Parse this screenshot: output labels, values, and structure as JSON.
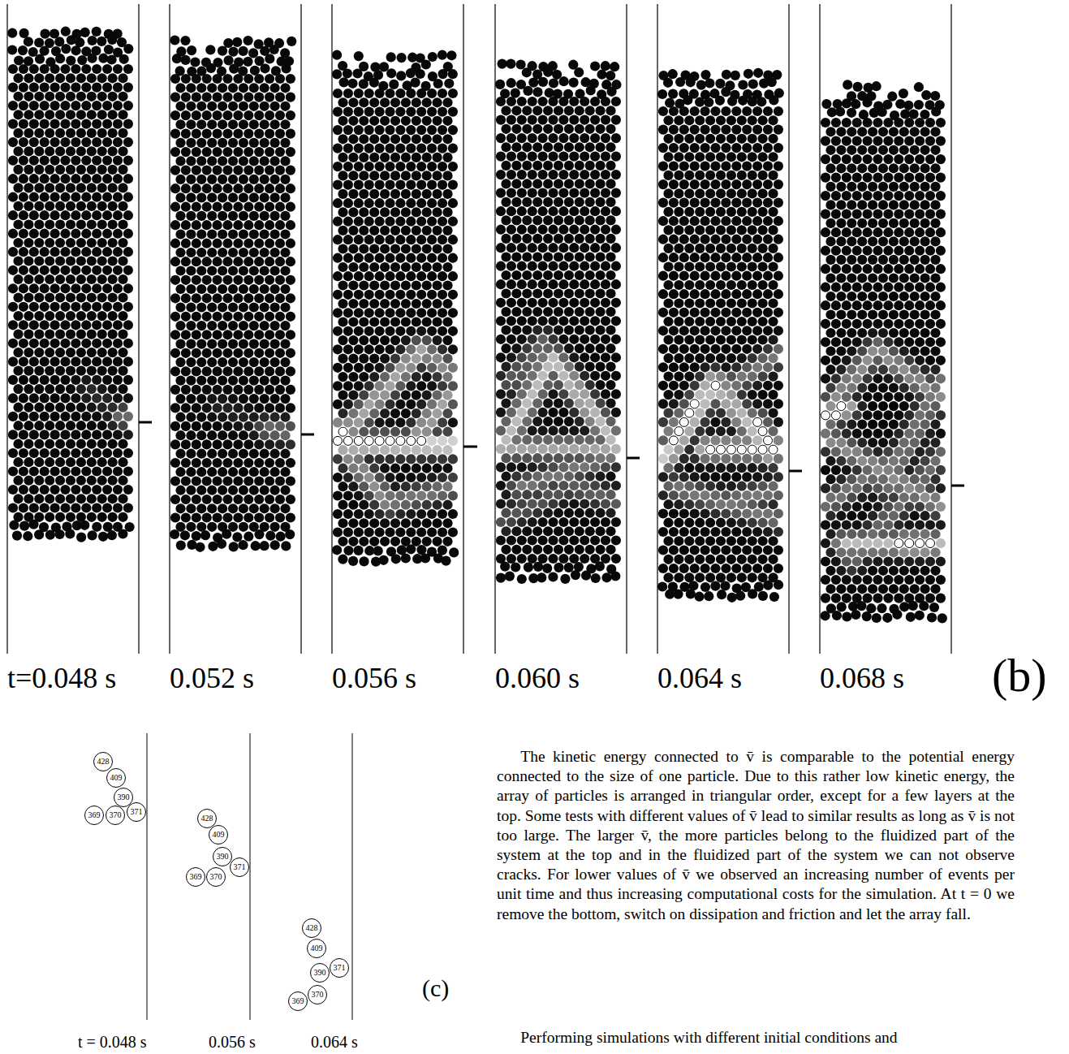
{
  "diagram": {
    "nodes": [
      {
        "text": [
          "428"
        ]
      },
      {
        "text": [
          "409"
        ]
      },
      {
        "text": [
          "390"
        ]
      },
      {
        "text": [
          "369"
        ]
      },
      {
        "text": [
          "370"
        ]
      },
      {
        "text": [
          "371"
        ]
      },
      {
        "text": [
          "428"
        ]
      },
      {
        "text": [
          "409"
        ]
      },
      {
        "text": [
          "390"
        ]
      },
      {
        "text": [
          "371"
        ]
      },
      {
        "text": [
          "369"
        ]
      },
      {
        "text": [
          "370"
        ]
      },
      {
        "text": [
          "428"
        ]
      },
      {
        "text": [
          "409"
        ]
      },
      {
        "text": [
          "371"
        ]
      },
      {
        "text": [
          "390"
        ]
      },
      {
        "text": [
          "370"
        ]
      },
      {
        "text": [
          "369"
        ]
      }
    ],
    "labels": [
      "t=0.048 s",
      "0.052 s",
      "0.056 s",
      "0.060 s",
      "0.064 s",
      "0.068 s",
      "(b)",
      "(c)",
      "t = 0.048 s",
      "0.056 s",
      "0.064 s",
      "The kinetic energy connected to v̄ is comparable to the potential energy connected to the size of one particle. Due to this rather low kinetic energy, the array of particles is arranged in triangular order, except for a few layers at the top. Some tests with different values of v̄ lead to similar results as long as v̄ is not too large. The larger v̄, the more particles belong to the fluidized part of the system at the top and in the fluidized part of the system we can not observe cracks. For lower values of v̄ we observed an increasing number of events per unit time and thus increasing computational costs for the simulation. At t = 0 we remove the bottom, switch on dissipation and friction and let the array fall.",
      "Performing simulations with different initial conditions and"
    ]
  }
}
